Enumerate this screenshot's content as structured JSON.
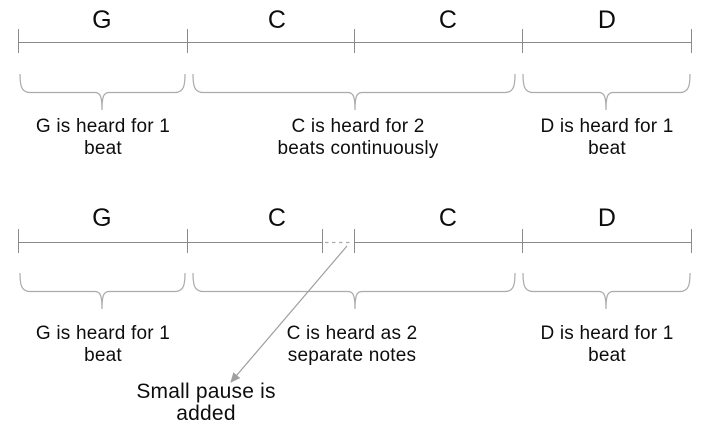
{
  "title_hint": "chord-beat timing diagram",
  "colors": {
    "ruler_line": "#8a8a8a",
    "brace": "#ababab",
    "dashed_pause": "#aaaaaa",
    "arrow": "#9f9f9f",
    "text": "#0d0d0d",
    "background": "#ffffff"
  },
  "top_diagram": {
    "chords": [
      "G",
      "C",
      "C",
      "D"
    ],
    "captions": [
      {
        "line1": "G is heard for 1",
        "line2": "beat"
      },
      {
        "line1": "C is heard for 2",
        "line2": "beats continuously"
      },
      {
        "line1": "D is heard for 1",
        "line2": "beat"
      }
    ]
  },
  "bottom_diagram": {
    "chords": [
      "G",
      "C",
      "C",
      "D"
    ],
    "captions": [
      {
        "line1": "G is heard for 1",
        "line2": "beat"
      },
      {
        "line1": "C is heard as 2",
        "line2": "separate notes"
      },
      {
        "line1": "D is heard for 1",
        "line2": "beat"
      }
    ],
    "annotation": {
      "line1": "Small pause is",
      "line2": "added"
    }
  }
}
